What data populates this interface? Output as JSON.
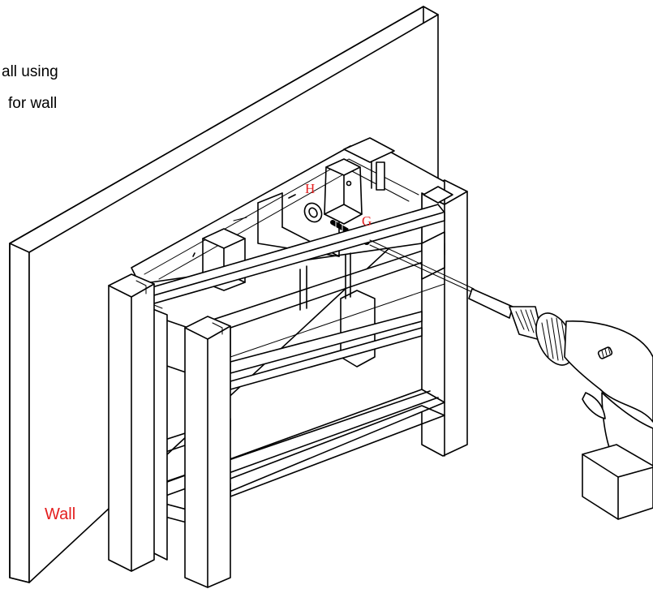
{
  "instruction": {
    "line1": "all using",
    "line2": "for wall"
  },
  "labels": {
    "wall": "Wall",
    "part_h": "H",
    "part_g": "G"
  },
  "colors": {
    "label_red": "#e41e1e",
    "line": "#000000",
    "background": "#ffffff"
  },
  "icons": {
    "tool": "power-drill-icon",
    "screw": "screw-icon",
    "washer": "washer-icon"
  }
}
